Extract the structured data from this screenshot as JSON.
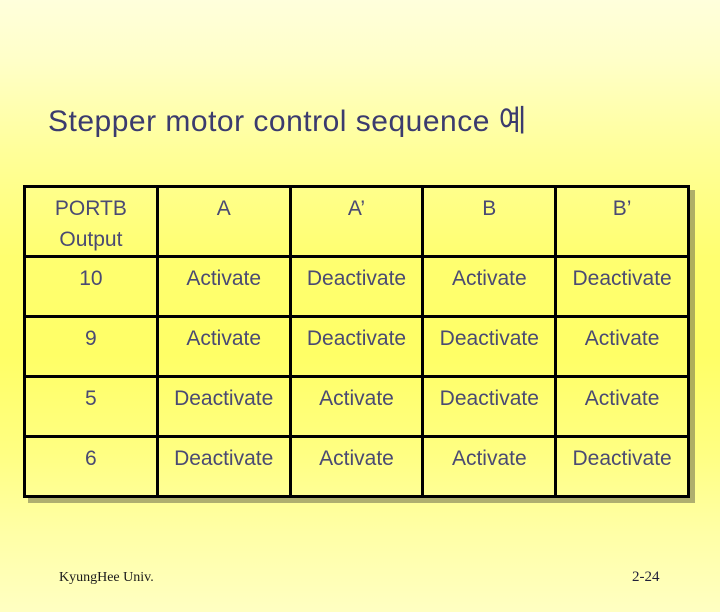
{
  "slide": {
    "title": "Stepper motor control sequence 예",
    "footer_left": "KyungHee Univ.",
    "page_number": "2-24"
  },
  "table": {
    "header": {
      "col0_line1": "PORTB",
      "col0_line2": "Output",
      "cols": [
        "A",
        "A’",
        "B",
        "B’"
      ]
    },
    "rows": [
      [
        "10",
        "Activate",
        "Deactivate",
        "Activate",
        "Deactivate"
      ],
      [
        "9",
        "Activate",
        "Deactivate",
        "Deactivate",
        "Activate"
      ],
      [
        "5",
        "Deactivate",
        "Activate",
        "Deactivate",
        "Activate"
      ],
      [
        "6",
        "Deactivate",
        "Activate",
        "Activate",
        "Deactivate"
      ]
    ]
  },
  "colors": {
    "title_text": "#3b3b6e",
    "table_text": "#4a4a73",
    "table_border": "#000000",
    "footer_text": "#1b1b1b",
    "background_top": "#ffffdc",
    "background_middle": "#ffff66",
    "background_bottom": "#ffffc2"
  }
}
